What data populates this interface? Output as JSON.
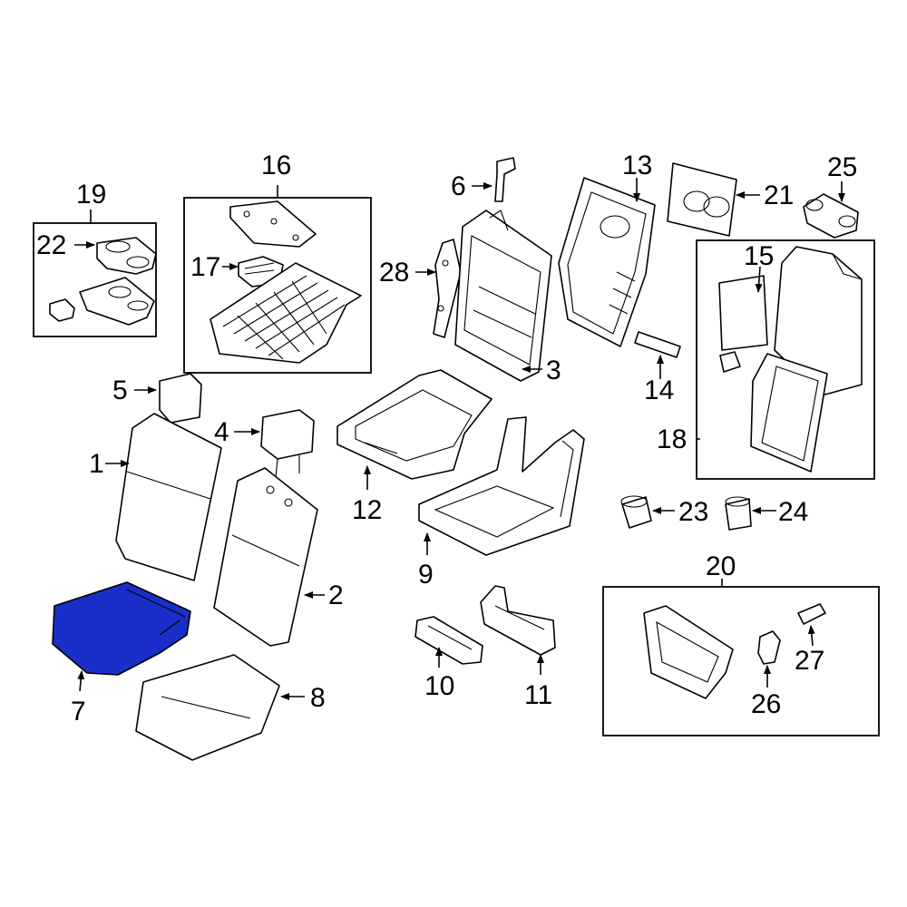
{
  "diagram": {
    "highlight_color": "#1a2fc9",
    "highlighted_part": "7",
    "callouts": {
      "c1": "1",
      "c2": "2",
      "c3": "3",
      "c4": "4",
      "c5": "5",
      "c6": "6",
      "c7": "7",
      "c8": "8",
      "c9": "9",
      "c10": "10",
      "c11": "11",
      "c12": "12",
      "c13": "13",
      "c14": "14",
      "c15": "15",
      "c16": "16",
      "c17": "17",
      "c18": "18",
      "c19": "19",
      "c20": "20",
      "c21": "21",
      "c22": "22",
      "c23": "23",
      "c24": "24",
      "c25": "25",
      "c26": "26",
      "c27": "27",
      "c28": "28"
    }
  }
}
